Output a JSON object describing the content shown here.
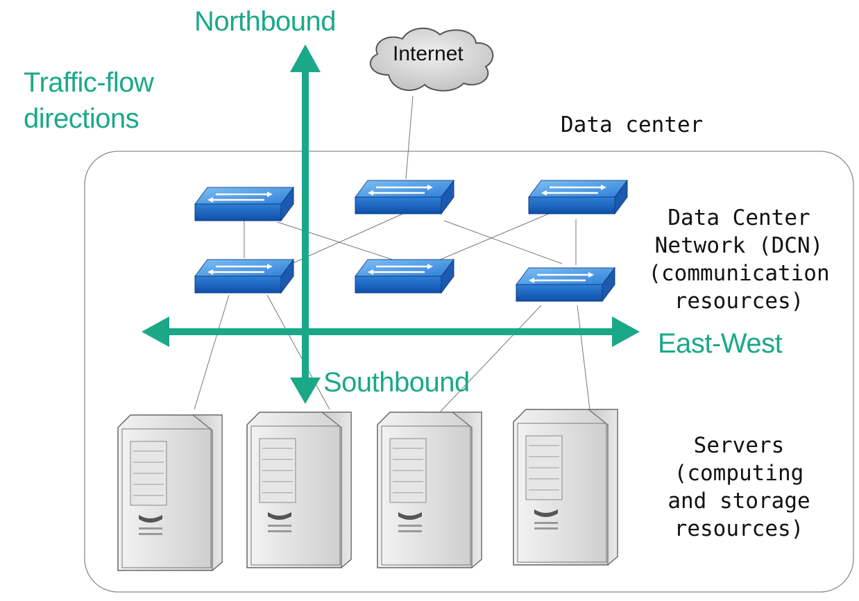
{
  "traffic": {
    "title_line1": "Traffic-flow",
    "title_line2": "directions",
    "northbound": "Northbound",
    "southbound": "Southbound",
    "east_west": "East-West"
  },
  "internet": {
    "label": "Internet"
  },
  "datacenter": {
    "label": "Data center"
  },
  "dcn": {
    "line1": "Data Center",
    "line2": "Network (DCN)",
    "line3": "(communication",
    "line4": "resources)"
  },
  "servers": {
    "line1": "Servers",
    "line2": "(computing",
    "line3": "and storage",
    "line4": "resources)"
  },
  "colors": {
    "teal": "#1aa889",
    "switch_blue": "#2f7fd6",
    "server_gray": "#d9d9d9"
  }
}
